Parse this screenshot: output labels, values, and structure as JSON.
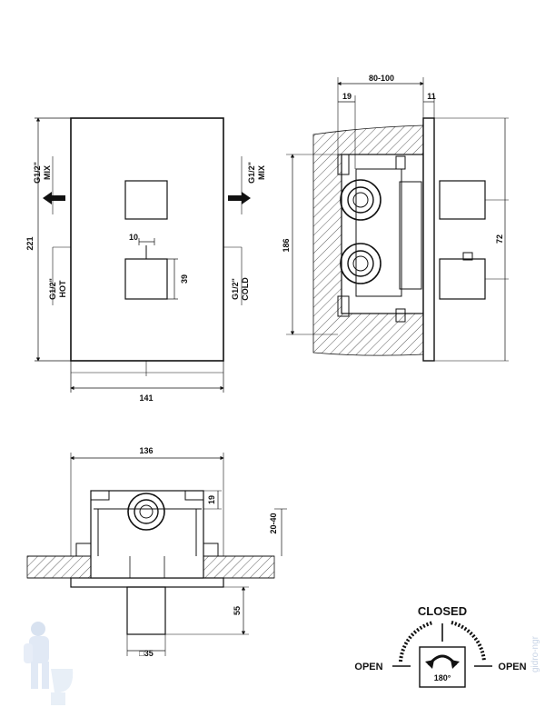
{
  "front_view": {
    "dim_height": "221",
    "dim_width": "141",
    "dim_handle_offset": "39",
    "dim_stem_offset": "10",
    "left_top_label": [
      "G1/2\"",
      "MIX"
    ],
    "left_bottom_label": [
      "G1/2\"",
      "HOT"
    ],
    "right_top_label": [
      "G1/2\"",
      "MIX"
    ],
    "right_bottom_label": [
      "G1/2\"",
      "COLD"
    ]
  },
  "side_view": {
    "dim_depth_range": "80-100",
    "dim_19": "19",
    "dim_11": "11",
    "dim_height": "186",
    "dim_spacing": "72"
  },
  "top_view": {
    "dim_width": "136",
    "dim_19": "19",
    "dim_depth": "20-40",
    "dim_handle_length": "55",
    "dim_handle_square": "□35"
  },
  "rotation_legend": {
    "closed": "CLOSED",
    "open_left": "OPEN",
    "open_right": "OPEN",
    "angle": "180°"
  },
  "watermark": {
    "vertical_text": "gidro-ngr"
  }
}
